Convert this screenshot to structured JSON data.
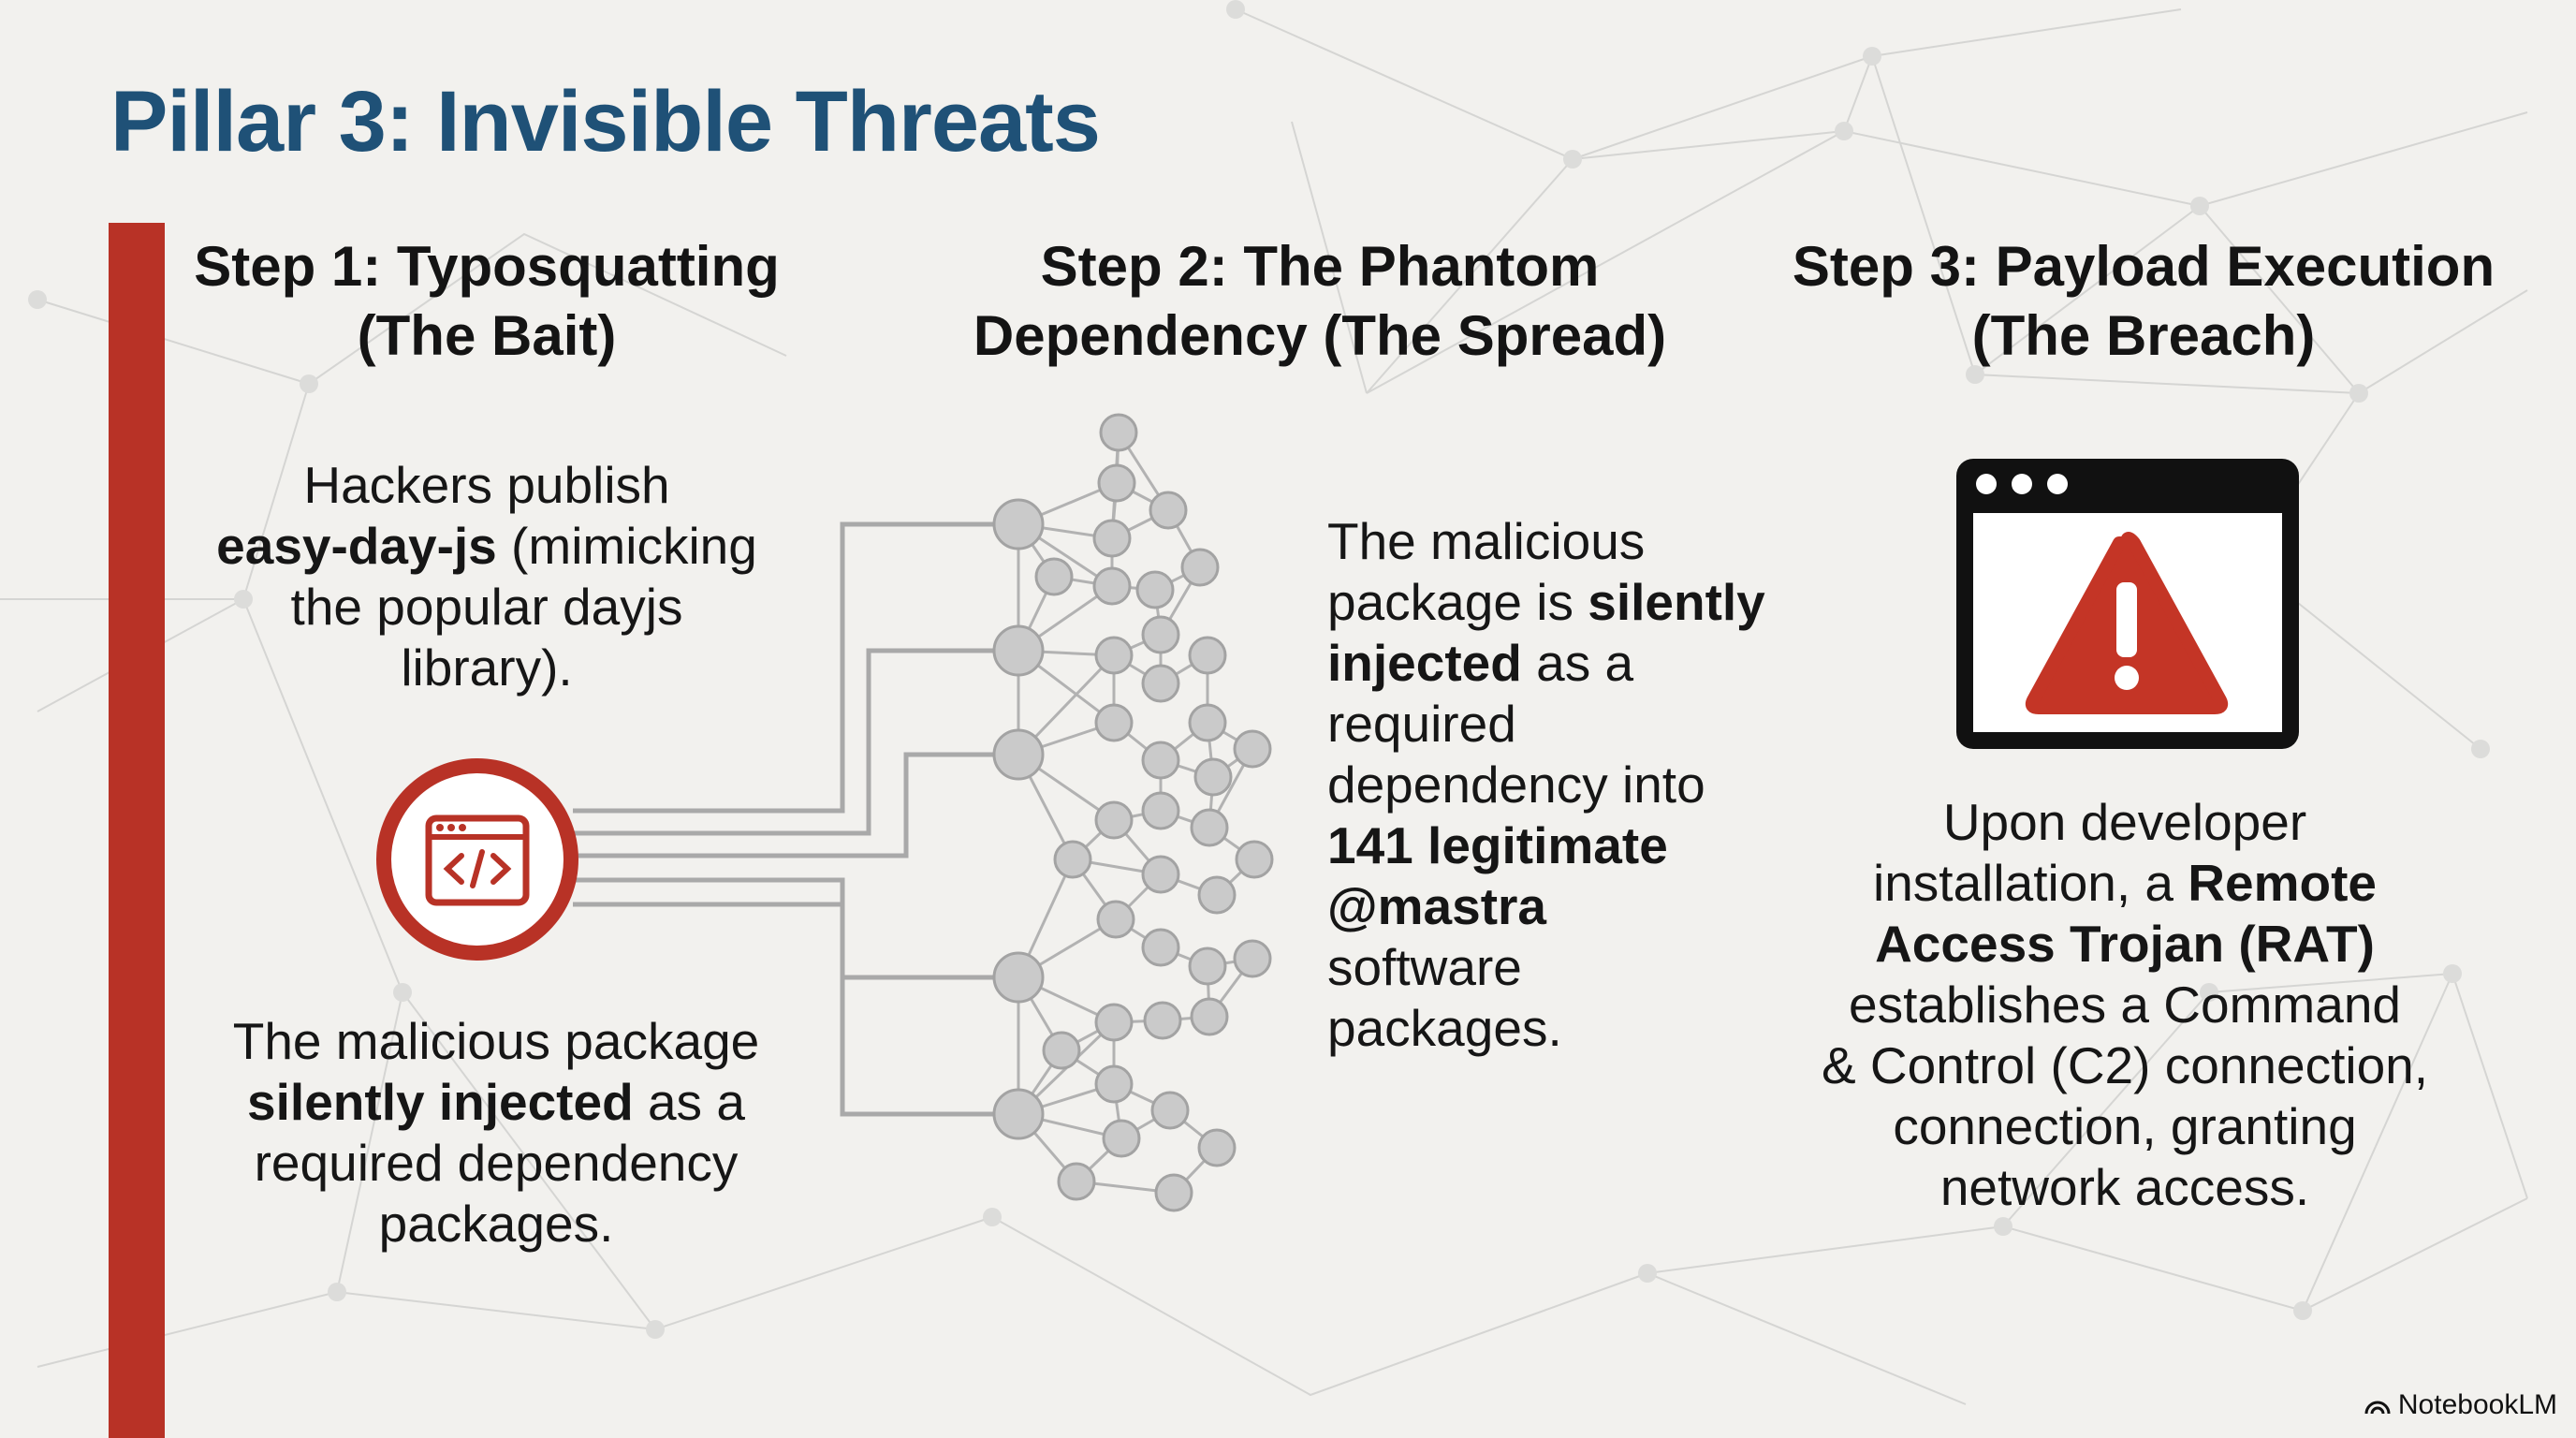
{
  "slide": {
    "title": "Pillar 3: Invisible Threats"
  },
  "steps": [
    {
      "title_line1": "Step 1: Typosquatting",
      "title_line2": "(The Bait)",
      "text_top": {
        "l1": "Hackers publish",
        "l2_bold": "easy-day-js",
        "l2_rest": " (mimicking",
        "l3": "the popular dayjs",
        "l4": "library)."
      },
      "text_bottom": {
        "l1": "The malicious package",
        "l2_bold": "silently injected",
        "l2_rest": " as a",
        "l3": "required dependency",
        "l4": "packages."
      },
      "icon": "code-window-icon"
    },
    {
      "title_line1": "Step 2: The Phantom",
      "title_line2": "Dependency (The Spread)",
      "text": {
        "l1": "The malicious",
        "l2": "package is ",
        "l2_bold": "silently",
        "l3_bold": "injected",
        "l3_rest": " as a",
        "l4": "required",
        "l5": "dependency into",
        "l6_bold": "141 legitimate",
        "l7_bold": "@mastra",
        "l8": "software",
        "l9": "packages."
      },
      "icon": "dependency-network-icon"
    },
    {
      "title_line1": "Step 3: Payload Execution",
      "title_line2": "(The Breach)",
      "text": {
        "l1": "Upon developer",
        "l2": "installation, a ",
        "l2_bold": "Remote",
        "l3_bold": "Access Trojan (RAT)",
        "l4": "establishes a Command",
        "l5": "& Control (C2) connection,",
        "l6": "connection, granting",
        "l7": "network access."
      },
      "icon": "warning-window-icon"
    }
  ],
  "footer": {
    "logo_text": "NotebookLM"
  },
  "colors": {
    "title": "#1f5177",
    "accent_red": "#b83226",
    "network_node": "#c9c9c9",
    "network_line": "#a9a9a9",
    "background": "#f2f1ee"
  }
}
